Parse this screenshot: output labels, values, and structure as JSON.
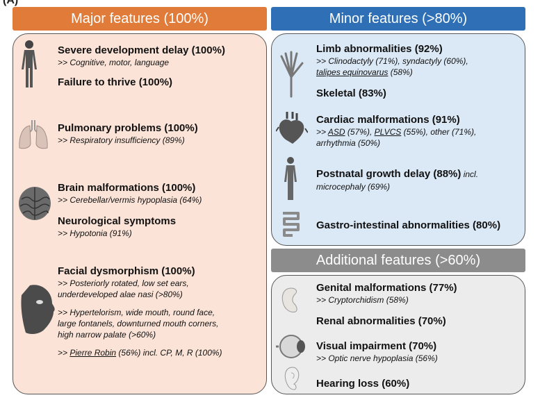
{
  "panel_label": "(A)",
  "major": {
    "header": "Major features (100%)",
    "colors": {
      "header": "#e07b39",
      "box": "#fbe3d7"
    },
    "items": {
      "dev_title": "Severe development delay (100%)",
      "dev_sub": ">> Cognitive, motor, language",
      "ftt_title": "Failure to thrive (100%)",
      "pulm_title": "Pulmonary problems (100%)",
      "pulm_sub": ">> Respiratory insufficiency (89%)",
      "brain_title": "Brain malformations (100%)",
      "brain_sub": ">> Cerebellar/vermis hypoplasia (64%)",
      "neuro_title": "Neurological symptoms",
      "neuro_sub": ">> Hypotonia (91%)",
      "facial_title": "Facial dysmorphism (100%)",
      "facial_sub1_l1": ">> Posteriorly rotated, low set ears,",
      "facial_sub1_l2": "underdeveloped alae nasi (>80%)",
      "facial_sub2_l1": ">> Hypertelorism, wide mouth, round face,",
      "facial_sub2_l2": "large fontanels, downturned mouth corners,",
      "facial_sub2_l3": "high narrow palate (>60%)",
      "pr_prefix": ">> ",
      "pr_link": "Pierre Robin",
      "pr_rest": " (56%) incl. CP, M, R (100%)"
    }
  },
  "minor": {
    "header": "Minor features (>80%)",
    "colors": {
      "header": "#2e6fb6",
      "box": "#dbe8f5"
    },
    "items": {
      "limb_title": "Limb abnormalities (92%)",
      "limb_sub_l1": ">> Clinodactyly (71%), syndactyly (60%),",
      "limb_sub_l2": "talipes equinovarus",
      "limb_sub_l2b": " (58%)",
      "skel_title": "Skeletal (83%)",
      "card_title": "Cardiac malformations (91%)",
      "card_sub_a": ">> ",
      "card_sub_asd": "ASD",
      "card_sub_b": " (57%), ",
      "card_sub_plvcs": "PLVCS",
      "card_sub_c": " (55%), other (71%),",
      "card_sub_l2": "arrhythmia (50%)",
      "growth_title": "Postnatal growth delay (88%)",
      "growth_incl": " incl.",
      "growth_sub": "microcephaly (69%)",
      "gi_title": "Gastro-intestinal abnormalities (80%)"
    }
  },
  "additional": {
    "header": "Additional features (>60%)",
    "colors": {
      "header": "#8c8c8c",
      "box": "#ececec"
    },
    "items": {
      "gen_title": "Genital malformations (77%)",
      "gen_sub": ">> Cryptorchidism (58%)",
      "renal_title": "Renal abnormalities (70%)",
      "vis_title": "Visual impairment (70%)",
      "vis_sub": ">> Optic nerve hypoplasia (56%)",
      "hear_title": "Hearing loss (60%)"
    }
  },
  "icons": [
    "human-body-icon",
    "lungs-icon",
    "brain-icon",
    "face-profile-icon",
    "hand-skeleton-icon",
    "heart-icon",
    "human-body-small-icon",
    "intestine-icon",
    "kidney-icon",
    "eye-icon",
    "ear-icon"
  ]
}
